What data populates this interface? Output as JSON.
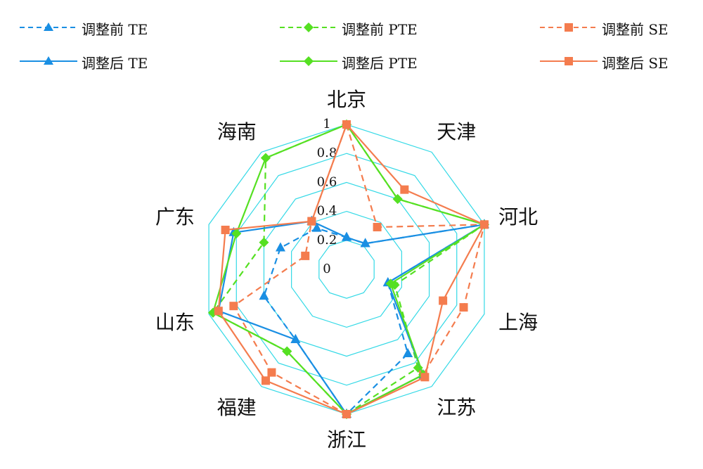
{
  "chart_data": {
    "type": "radar",
    "axes": [
      "北京",
      "天津",
      "河北",
      "上海",
      "江苏",
      "浙江",
      "福建",
      "山东",
      "广东",
      "海南"
    ],
    "ticks": [
      "0",
      "0.2",
      "0.4",
      "0.6",
      "0.8",
      "1"
    ],
    "rlim": [
      0,
      1
    ],
    "grid": true,
    "legend_position": "top",
    "series": [
      {
        "name": "调整前 TE",
        "color": "#1a8fe3",
        "style": "dashed",
        "marker": "triangle",
        "values": [
          0.22,
          0.22,
          1.0,
          0.3,
          0.72,
          1.0,
          0.6,
          0.6,
          0.48,
          0.35
        ]
      },
      {
        "name": "调整前 PTE",
        "color": "#55e022",
        "style": "dashed",
        "marker": "diamond",
        "values": [
          1.0,
          0.6,
          1.0,
          0.35,
          0.84,
          1.0,
          0.7,
          0.97,
          0.6,
          0.95
        ]
      },
      {
        "name": "调整前 SE",
        "color": "#f47c4e",
        "style": "dashed",
        "marker": "square",
        "values": [
          1.0,
          0.36,
          1.0,
          0.85,
          0.9,
          1.0,
          0.88,
          0.82,
          0.3,
          0.41
        ]
      },
      {
        "name": "调整后 TE",
        "color": "#1a8fe3",
        "style": "solid",
        "marker": "triangle",
        "values": [
          0.22,
          0.22,
          1.0,
          0.3,
          0.9,
          1.0,
          0.6,
          0.93,
          0.82,
          0.41
        ]
      },
      {
        "name": "调整后 PTE",
        "color": "#55e022",
        "style": "solid",
        "marker": "diamond",
        "values": [
          1.0,
          0.6,
          1.0,
          0.32,
          0.9,
          1.0,
          0.7,
          0.97,
          0.8,
          0.95
        ]
      },
      {
        "name": "调整后 SE",
        "color": "#f47c4e",
        "style": "solid",
        "marker": "square",
        "values": [
          1.0,
          0.68,
          1.0,
          0.7,
          0.92,
          1.0,
          0.95,
          0.93,
          0.88,
          0.41
        ]
      }
    ]
  },
  "grid_color": "#33d9e6"
}
